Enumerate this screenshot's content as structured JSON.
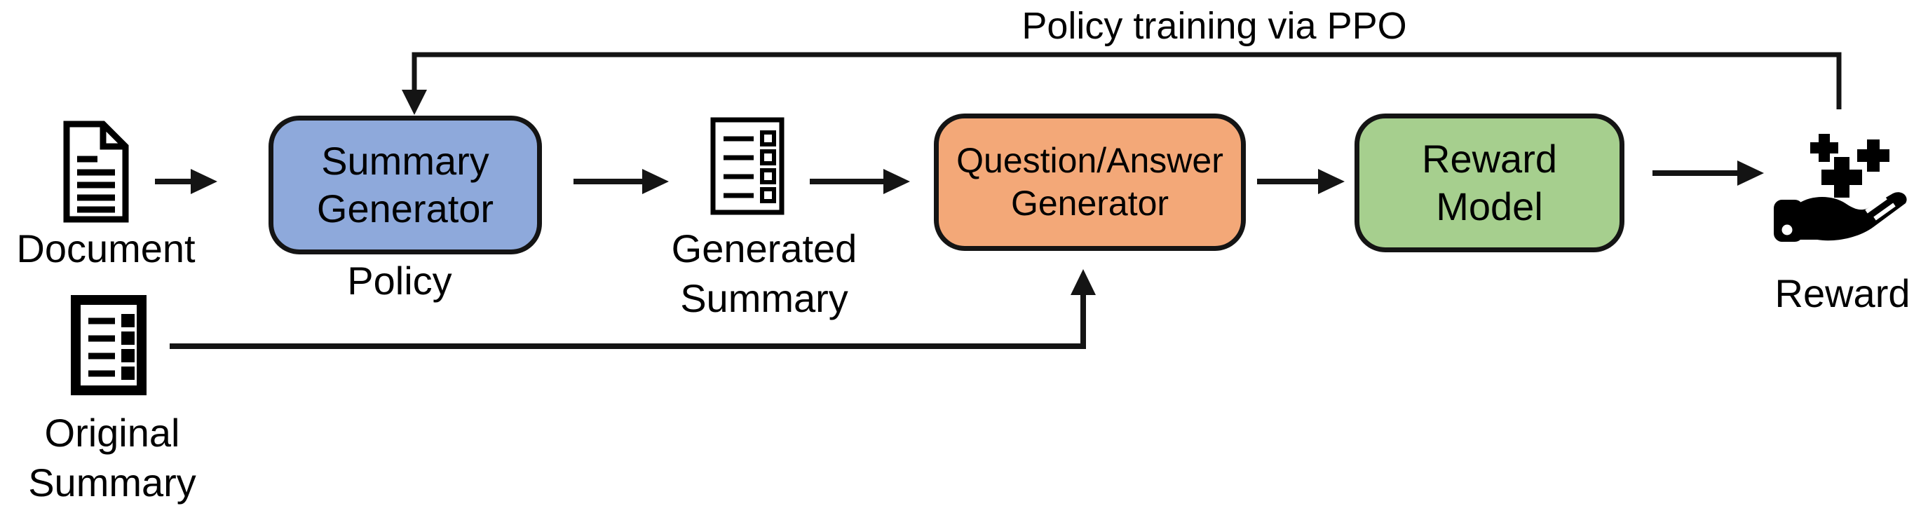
{
  "diagram": {
    "title": "Policy training via PPO",
    "nodes": {
      "document": {
        "label": "Document",
        "icon": "document-icon"
      },
      "summary_generator": {
        "label": "Summary\nGenerator",
        "sublabel": "Policy",
        "fill": "#8EA9DB"
      },
      "generated_summary": {
        "label": "Generated\nSummary",
        "icon": "list-document-icon"
      },
      "qa_generator": {
        "label": "Question/Answer\nGenerator",
        "fill": "#F3A878"
      },
      "reward_model": {
        "label": "Reward\nModel",
        "fill": "#A6CF8E"
      },
      "reward": {
        "label": "Reward",
        "icon": "hand-plus-icon"
      },
      "original_summary": {
        "label": "Original\nSummary",
        "icon": "filled-list-document-icon"
      }
    },
    "edges": [
      {
        "from": "document",
        "to": "summary_generator"
      },
      {
        "from": "summary_generator",
        "to": "generated_summary"
      },
      {
        "from": "generated_summary",
        "to": "qa_generator"
      },
      {
        "from": "original_summary",
        "to": "qa_generator"
      },
      {
        "from": "qa_generator",
        "to": "reward_model"
      },
      {
        "from": "reward_model",
        "to": "reward"
      },
      {
        "from": "reward",
        "to": "summary_generator",
        "label": "Policy training via PPO"
      }
    ],
    "colors": {
      "background": "#FFFFFF",
      "line": "#141414",
      "text": "#000000",
      "summary_generator_fill": "#8EA9DB",
      "qa_generator_fill": "#F3A878",
      "reward_model_fill": "#A6CF8E"
    }
  }
}
